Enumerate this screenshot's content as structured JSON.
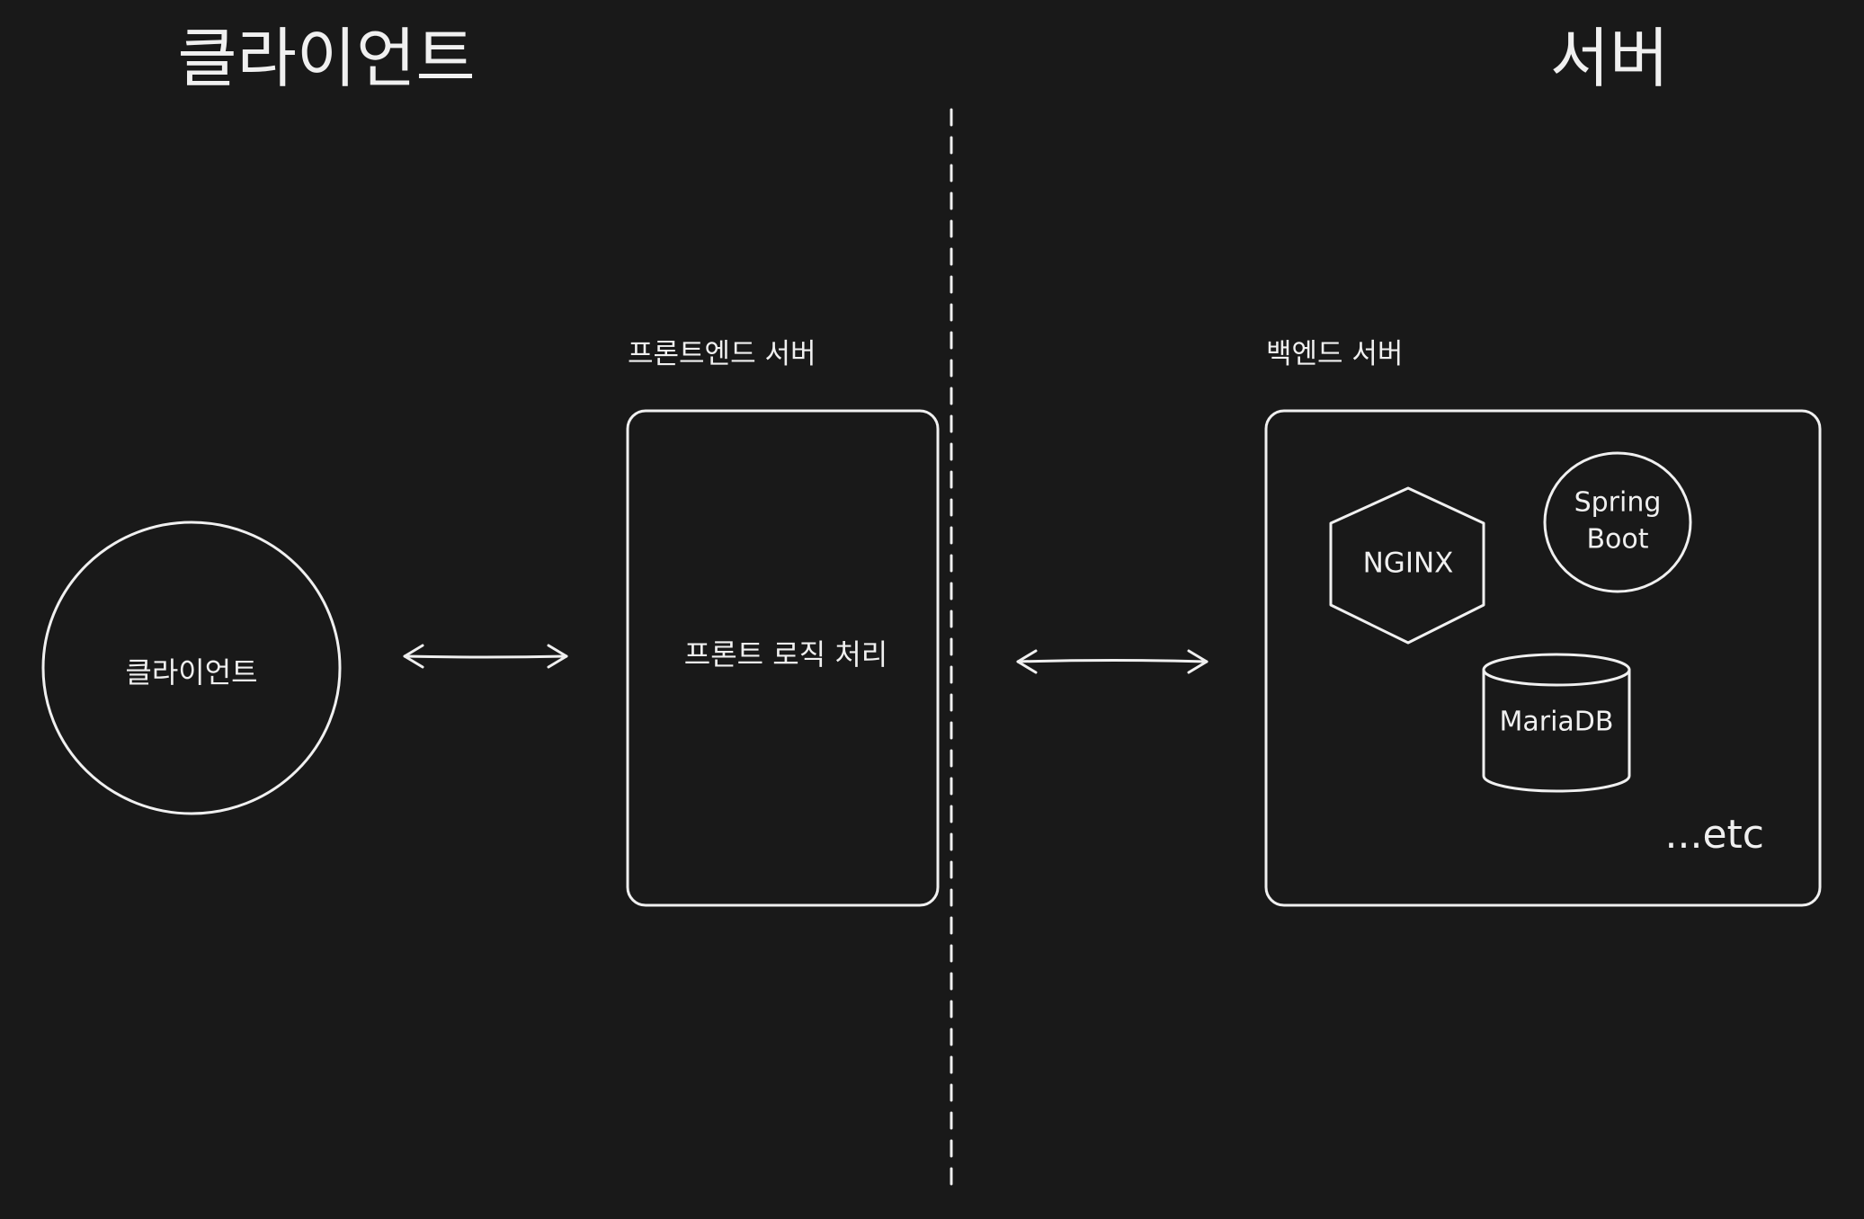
{
  "headings": {
    "client": "클라이언트",
    "server": "서버"
  },
  "labels": {
    "frontend_server": "프론트엔드 서버",
    "backend_server": "백엔드 서버"
  },
  "nodes": {
    "client": "클라이언트",
    "frontend_logic": "프론트 로직 처리",
    "nginx": "NGINX",
    "spring_line1": "Spring",
    "spring_line2": "Boot",
    "mariadb": "MariaDB",
    "etc": "...etc"
  },
  "colors": {
    "background": "#191919",
    "stroke": "#f0f0f0"
  }
}
